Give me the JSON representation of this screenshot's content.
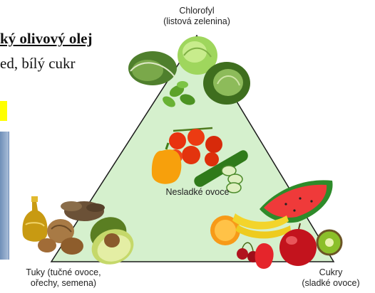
{
  "slide_text": {
    "oil_line": "ký olivový olej",
    "sugar_line": "ed, bílý cukr"
  },
  "pyramid": {
    "top_label_line1": "Chlorofyl",
    "top_label_line2": "(listová zelenina)",
    "center_label": "Nesladké ovoce",
    "left_label_line1": "Tuky (tučné ovoce,",
    "left_label_line2": "ořechy, semena)",
    "right_label_line1": "Cukry",
    "right_label_line2": "(sladké ovoce)"
  },
  "colors": {
    "triangle_fill": "#d5f0cd",
    "triangle_stroke": "#1a1a1a",
    "highlight": "#ffff00"
  },
  "icons": [
    "leafy-greens-icon",
    "tomato-pepper-cucumber-icon",
    "oil-nuts-avocado-icon",
    "sweet-fruits-icon"
  ]
}
